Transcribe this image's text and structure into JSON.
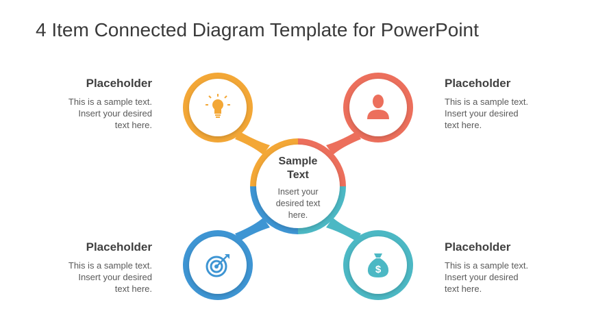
{
  "title": "4 Item Connected Diagram Template for PowerPoint",
  "center": {
    "heading": "Sample\nText",
    "body": "Insert your\ndesired text\nhere."
  },
  "items": [
    {
      "heading": "Placeholder",
      "body": "This is a sample text.\nInsert your desired\ntext here.",
      "icon": "lightbulb-icon",
      "color": "#F3A736"
    },
    {
      "heading": "Placeholder",
      "body": "This is a sample text.\nInsert your desired\ntext here.",
      "icon": "user-icon",
      "color": "#EC6F5C"
    },
    {
      "heading": "Placeholder",
      "body": "This is a sample text.\nInsert your desired\ntext here.",
      "icon": "target-icon",
      "color": "#3E95D3"
    },
    {
      "heading": "Placeholder",
      "body": "This is a sample text.\nInsert your desired\ntext here.",
      "icon": "money-bag-icon",
      "color": "#4CB8C4"
    }
  ],
  "colors": {
    "title": "#3a3a3a",
    "heading": "#404040",
    "body": "#595959"
  }
}
